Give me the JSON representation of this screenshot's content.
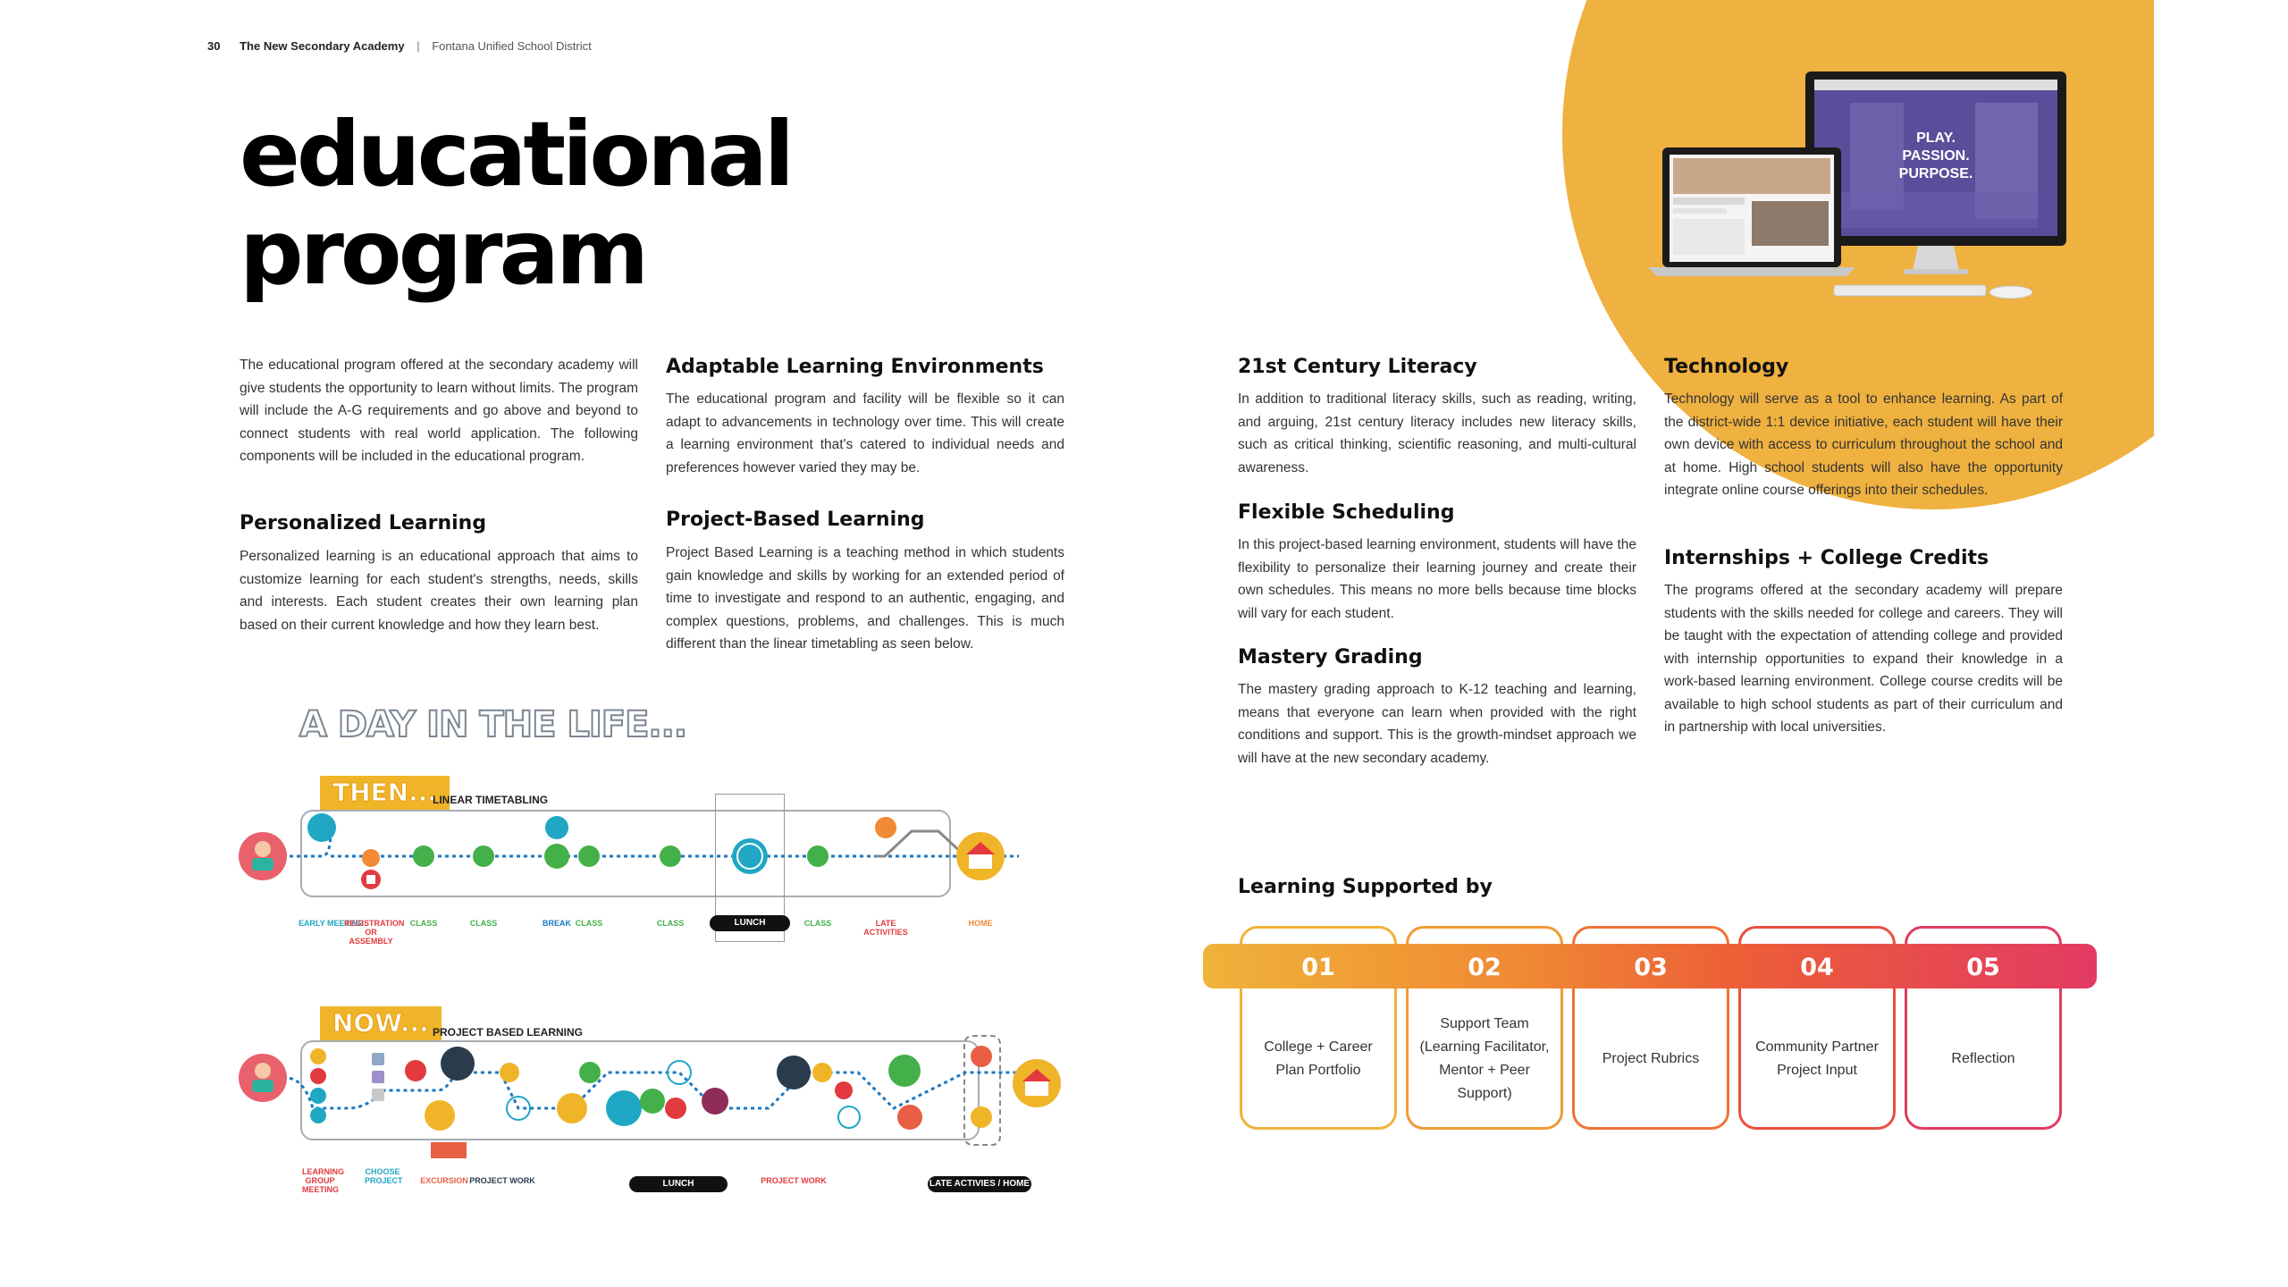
{
  "header": {
    "page_number": "30",
    "publication": "The New Secondary Academy",
    "separator": "|",
    "district": "Fontana Unified School District"
  },
  "title": {
    "line1": "educational",
    "line2": "program"
  },
  "intro": "The educational program offered at the secondary academy will give students the opportunity to learn without limits. The program will include the A-G requirements and go above and beyond to connect students with real world application. The following components will be included in the educational program.",
  "sections": {
    "personalized": {
      "heading": "Personalized Learning",
      "body": "Personalized learning is an educational approach that aims to customize learning for each student's strengths, needs, skills and interests. Each student creates their own learning plan based on their current knowledge and how they learn best."
    },
    "adaptable": {
      "heading": "Adaptable Learning Environments",
      "body": "The educational program and facility will be flexible so it can adapt to advancements in technology over time. This will create a learning environment that's catered to individual needs and preferences however varied they may be."
    },
    "project_based": {
      "heading": "Project-Based Learning",
      "body": "Project Based Learning is a teaching method in which students gain knowledge and skills by working for an extended period of time to investigate and respond to an authentic, engaging, and complex questions, problems, and challenges. This is much different than the linear timetabling as seen below."
    },
    "literacy": {
      "heading": "21st Century Literacy",
      "body": "In addition to traditional literacy skills, such as reading, writing, and arguing, 21st century literacy includes new literacy skills, such as critical thinking, scientific reasoning, and multi-cultural awareness."
    },
    "flexible": {
      "heading": "Flexible Scheduling",
      "body": "In this project-based learning environment, students will have the flexibility to personalize their learning journey and create their own schedules. This means no more bells because time blocks will vary for each student."
    },
    "mastery": {
      "heading": "Mastery Grading",
      "body": "The mastery grading approach to K-12 teaching and learning, means that everyone can learn when provided with the right conditions and support. This is the growth-mindset approach we will have at the new secondary academy."
    },
    "technology": {
      "heading": "Technology",
      "body": "Technology will serve as a tool to enhance learning. As part of the district-wide 1:1 device initiative, each student will have their own device with access to curriculum throughout the school and at home. High school students will also have the opportunity integrate online course offerings into their schedules."
    },
    "internships": {
      "heading": "Internships  + College Credits",
      "body": "The programs offered at the secondary academy will prepare students with the skills needed for college and careers. They will be taught with the expectation of attending college and provided with internship opportunities to expand their knowledge in a work-based learning environment. College course credits will be available to high school students as part of their curriculum and in partnership with local universities."
    }
  },
  "monitor_screen": {
    "line1": "PLAY.",
    "line2": "PASSION.",
    "line3": "PURPOSE."
  },
  "day_in_life": {
    "title": "A DAY IN THE LIFE...",
    "then": {
      "tag": "THEN...",
      "subtitle": "LINEAR TIMETABLING",
      "labels": [
        "EARLY MEETING",
        "REGISTRATION OR ASSEMBLY",
        "CLASS",
        "CLASS",
        "BREAK",
        "CLASS",
        "CLASS",
        "LUNCH",
        "CLASS",
        "LATE ACTIVITIES",
        "HOME"
      ]
    },
    "now": {
      "tag": "NOW...",
      "subtitle": "PROJECT BASED LEARNING",
      "labels": [
        "LEARNING GROUP MEETING",
        "CHOOSE PROJECT",
        "EXCURSION",
        "PROJECT WORK",
        "LUNCH",
        "PROJECT WORK",
        "LATE ACTIVIES / HOME"
      ]
    }
  },
  "learning_supported": {
    "title": "Learning Supported by",
    "items": [
      {
        "num": "01",
        "text": "College + Career Plan Portfolio",
        "color": "#efb33a"
      },
      {
        "num": "02",
        "text": "Support Team (Learning Facilitator, Mentor + Peer Support)",
        "color": "#f19a36"
      },
      {
        "num": "03",
        "text": "Project Rubrics",
        "color": "#ee7436"
      },
      {
        "num": "04",
        "text": "Community Partner Project Input",
        "color": "#e8503e"
      },
      {
        "num": "05",
        "text": "Reflection",
        "color": "#e23a63"
      }
    ]
  },
  "colors": {
    "accent": "#efb13f",
    "teal": "#20a7c4",
    "green": "#44b04a",
    "red": "#e23a3e"
  }
}
